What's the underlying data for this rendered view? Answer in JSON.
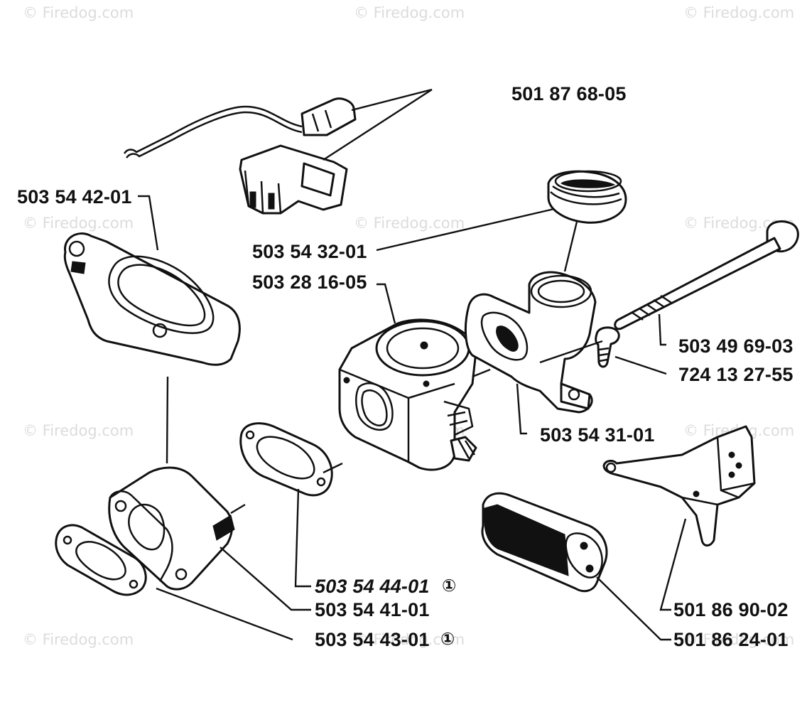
{
  "watermark": "© Firedog.com",
  "parts": [
    {
      "id": "p1",
      "number": "501 87 68-05",
      "note": ""
    },
    {
      "id": "p2",
      "number": "503 54 42-01",
      "note": ""
    },
    {
      "id": "p3",
      "number": "503 54 32-01",
      "note": ""
    },
    {
      "id": "p4",
      "number": "503 28 16-05",
      "note": ""
    },
    {
      "id": "p5",
      "number": "503 49 69-03",
      "note": ""
    },
    {
      "id": "p6",
      "number": "724 13 27-55",
      "note": ""
    },
    {
      "id": "p7",
      "number": "503 54 31-01",
      "note": ""
    },
    {
      "id": "p8",
      "number": "503 54 44-01",
      "note": "①"
    },
    {
      "id": "p9",
      "number": "503 54 41-01",
      "note": ""
    },
    {
      "id": "p10",
      "number": "503 54 43-01",
      "note": "①"
    },
    {
      "id": "p11",
      "number": "501 86 90-02",
      "note": ""
    },
    {
      "id": "p12",
      "number": "501 86 24-01",
      "note": ""
    }
  ],
  "colors": {
    "ink": "#111111",
    "watermark": "#dcdcdc",
    "background": "#ffffff"
  }
}
